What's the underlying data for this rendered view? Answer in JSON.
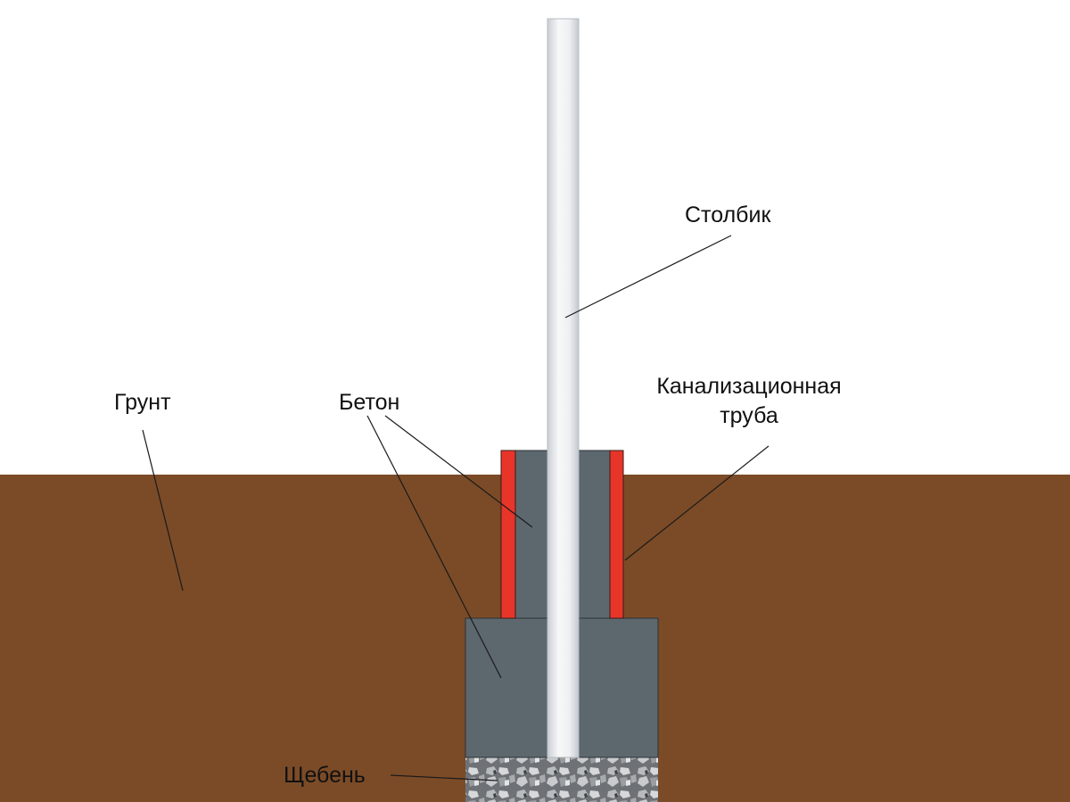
{
  "labels": {
    "post": "Столбик",
    "soil": "Грунт",
    "concrete": "Бетон",
    "pipe_line1": "Канализационная",
    "pipe_line2": "труба",
    "gravel": "Щебень"
  },
  "colors": {
    "background": "#ffffff",
    "soil": "#7b4b27",
    "concrete": "#5d686e",
    "pipe": "#e8352a",
    "post": "#f1f3f5",
    "gravel": "#8c8f93",
    "line": "#1a1a1a"
  }
}
